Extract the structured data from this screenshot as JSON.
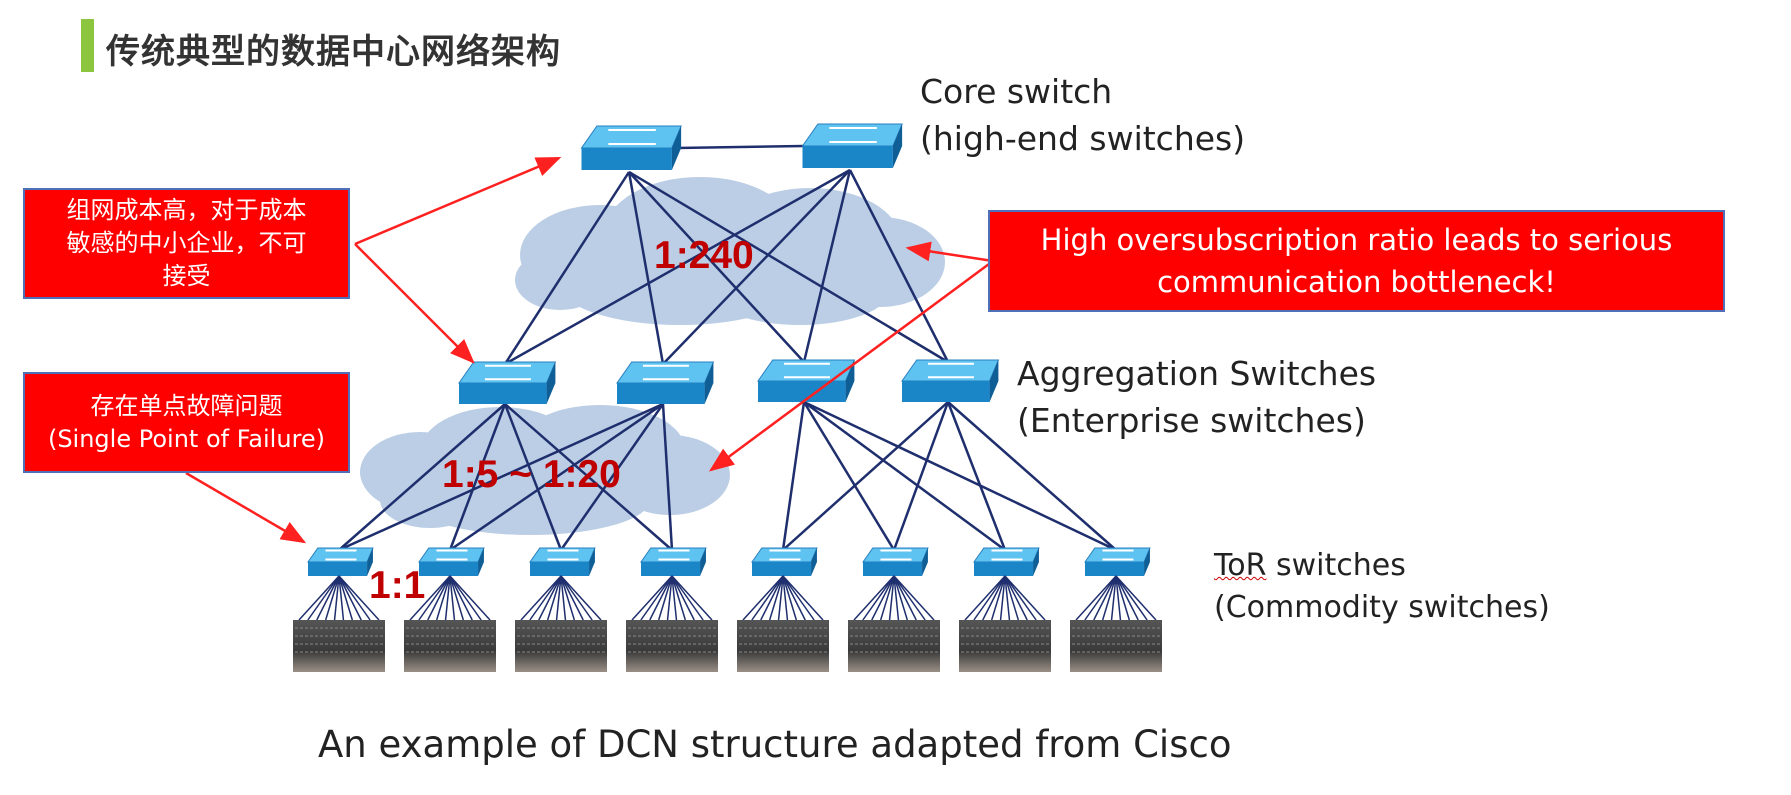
{
  "title": "传统典型的数据中心网络架构",
  "labels": {
    "core_line1": "Core switch",
    "core_line2": "(high-end switches)",
    "agg_line1": "Aggregation Switches",
    "agg_line2": "(Enterprise switches)",
    "tor_word": "ToR",
    "tor_line1_rest": " switches",
    "tor_line2": "(Commodity switches)"
  },
  "callouts": {
    "cost_line1": "组网成本高，对于成本",
    "cost_line2": "敏感的中小企业，不可",
    "cost_line3": "接受",
    "spof_line1": "存在单点故障问题",
    "spof_line2": "(Single Point of Failure)",
    "oversub_line1": "High oversubscription ratio leads to serious",
    "oversub_line2": "communication bottleneck!"
  },
  "ratios": {
    "core_agg": "1:240",
    "agg_tor": "1:5 ~ 1:20",
    "tor_server": "1:1"
  },
  "caption": "An example of DCN structure adapted from Cisco",
  "colors": {
    "accent_bar": "#8cc63f",
    "callout_bg": "#ff0000",
    "ratio_text": "#c00000",
    "link": "#1f2f6e",
    "cloud": "#b8cce4",
    "switch_top": "#5ec3f0",
    "switch_side": "#1a86c8"
  }
}
